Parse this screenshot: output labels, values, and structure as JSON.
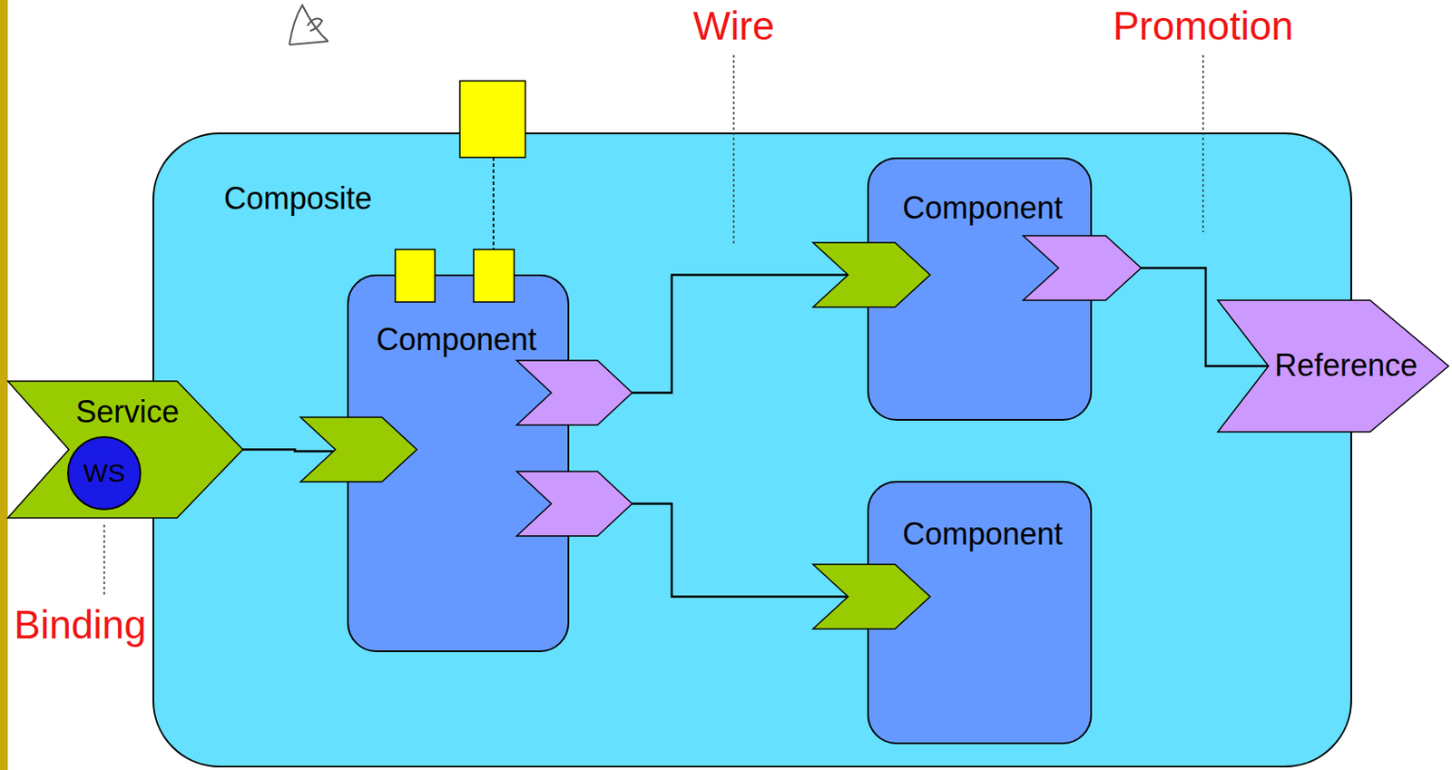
{
  "diagram": {
    "nodes": [
      {
        "text": [
          "Composite"
        ]
      },
      {
        "text": [
          "Service"
        ],
        "in": 0
      },
      {
        "text": [
          "WS"
        ],
        "in": 1
      },
      {
        "text": [
          "Component"
        ],
        "in": 0
      },
      {
        "text": [
          "Component"
        ],
        "in": 0
      },
      {
        "text": [
          "Component"
        ],
        "in": 0
      },
      {
        "text": [
          "Reference"
        ],
        "in": 0
      }
    ],
    "edges": [
      {
        "from": 1,
        "to": 3,
        "arrow": "none"
      },
      {
        "from": 3,
        "to": 4,
        "arrow": "none"
      },
      {
        "from": 3,
        "to": 5,
        "arrow": "none"
      },
      {
        "from": 4,
        "to": 6,
        "arrow": "none"
      }
    ],
    "labels": [
      "Wire",
      "Promotion",
      "Binding"
    ]
  }
}
